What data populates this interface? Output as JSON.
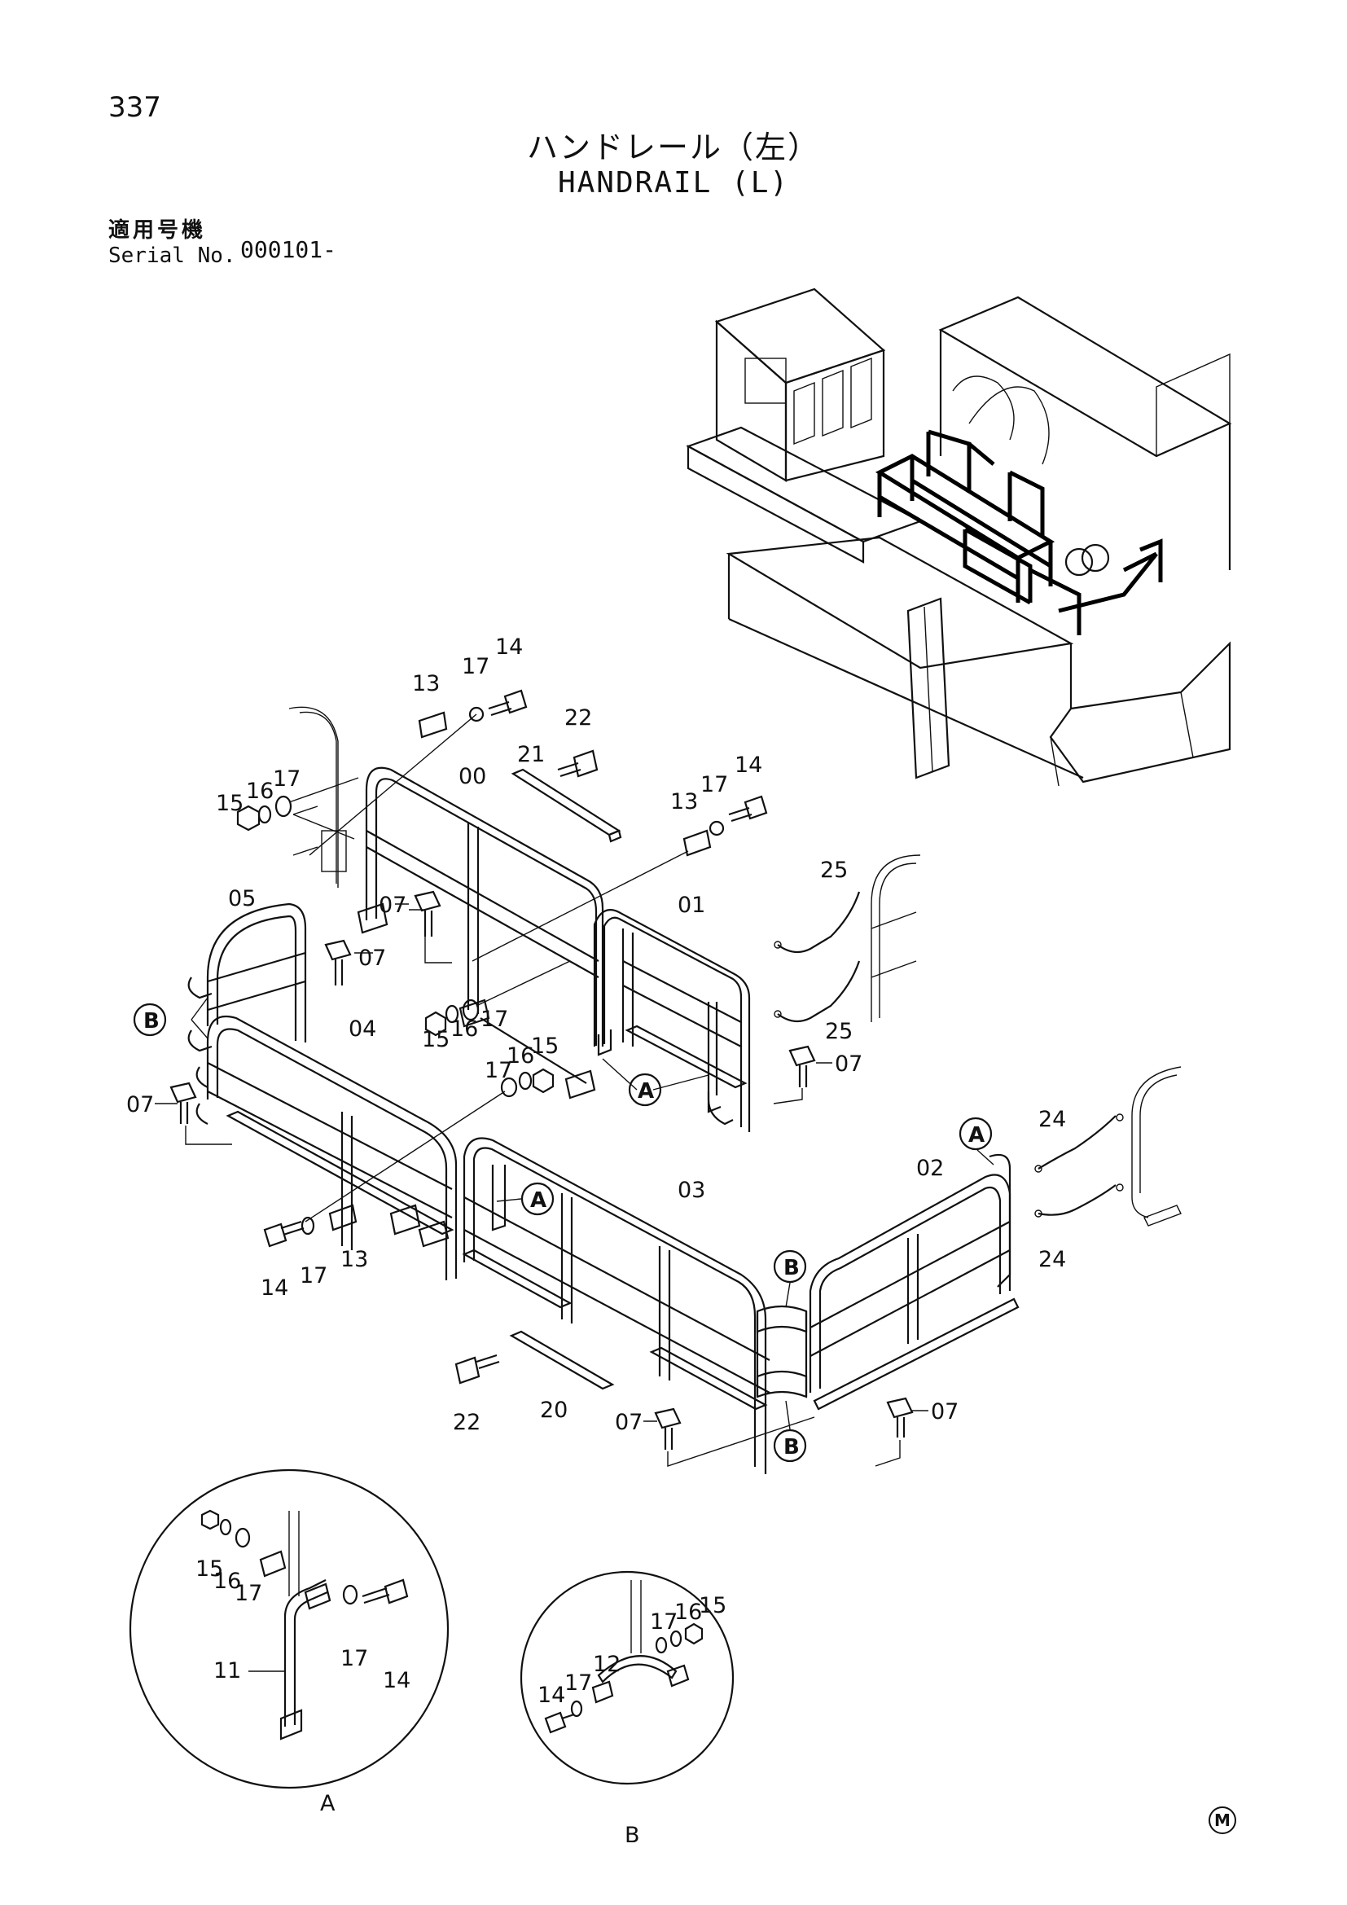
{
  "header": {
    "page_number": "337",
    "title_jp": "ハンドレール（左）",
    "title_en": "HANDRAIL (L)",
    "serial_label_jp": "適用号機",
    "serial_label_en": "Serial No.",
    "serial_value": "000101-"
  },
  "parts": [
    {
      "id": "p13a",
      "label": "13"
    },
    {
      "id": "p17a",
      "label": "17"
    },
    {
      "id": "p14a",
      "label": "14"
    },
    {
      "id": "p22a",
      "label": "22"
    },
    {
      "id": "p21",
      "label": "21"
    },
    {
      "id": "p00",
      "label": "00"
    },
    {
      "id": "p15a",
      "label": "15"
    },
    {
      "id": "p16a",
      "label": "16"
    },
    {
      "id": "p17b",
      "label": "17"
    },
    {
      "id": "p13b",
      "label": "13"
    },
    {
      "id": "p17c",
      "label": "17"
    },
    {
      "id": "p14b",
      "label": "14"
    },
    {
      "id": "p05",
      "label": "05"
    },
    {
      "id": "p07a",
      "label": "07"
    },
    {
      "id": "p07b",
      "label": "07"
    },
    {
      "id": "p01",
      "label": "01"
    },
    {
      "id": "p25a",
      "label": "25"
    },
    {
      "id": "p25b",
      "label": "25"
    },
    {
      "id": "p15b",
      "label": "15"
    },
    {
      "id": "p16b",
      "label": "16"
    },
    {
      "id": "p17d",
      "label": "17"
    },
    {
      "id": "p04",
      "label": "04"
    },
    {
      "id": "p17e",
      "label": "17"
    },
    {
      "id": "p16c",
      "label": "16"
    },
    {
      "id": "p15c",
      "label": "15"
    },
    {
      "id": "p07c",
      "label": "07"
    },
    {
      "id": "p07d",
      "label": "07"
    },
    {
      "id": "p03",
      "label": "03"
    },
    {
      "id": "p02",
      "label": "02"
    },
    {
      "id": "p24a",
      "label": "24"
    },
    {
      "id": "p24b",
      "label": "24"
    },
    {
      "id": "p14c",
      "label": "14"
    },
    {
      "id": "p17f",
      "label": "17"
    },
    {
      "id": "p13c",
      "label": "13"
    },
    {
      "id": "p22b",
      "label": "22"
    },
    {
      "id": "p20",
      "label": "20"
    },
    {
      "id": "p07e",
      "label": "07"
    },
    {
      "id": "p07f",
      "label": "07"
    },
    {
      "id": "p15d",
      "label": "15"
    },
    {
      "id": "p16d",
      "label": "16"
    },
    {
      "id": "p17g",
      "label": "17"
    },
    {
      "id": "p11",
      "label": "11"
    },
    {
      "id": "p17h",
      "label": "17"
    },
    {
      "id": "p14d",
      "label": "14"
    },
    {
      "id": "p17i",
      "label": "17"
    },
    {
      "id": "p16e",
      "label": "16"
    },
    {
      "id": "p15e",
      "label": "15"
    },
    {
      "id": "p14e",
      "label": "14"
    },
    {
      "id": "p17j",
      "label": "17"
    },
    {
      "id": "p12",
      "label": "12"
    }
  ],
  "callouts": [
    {
      "id": "cB1",
      "label": "B"
    },
    {
      "id": "cA1",
      "label": "A"
    },
    {
      "id": "cA2",
      "label": "A"
    },
    {
      "id": "cA3",
      "label": "A"
    },
    {
      "id": "cB2",
      "label": "B"
    },
    {
      "id": "cB3",
      "label": "B"
    }
  ],
  "detail_views": {
    "detail_a_label": "A",
    "detail_b_label": "B"
  },
  "footer": {
    "mark": "M"
  }
}
